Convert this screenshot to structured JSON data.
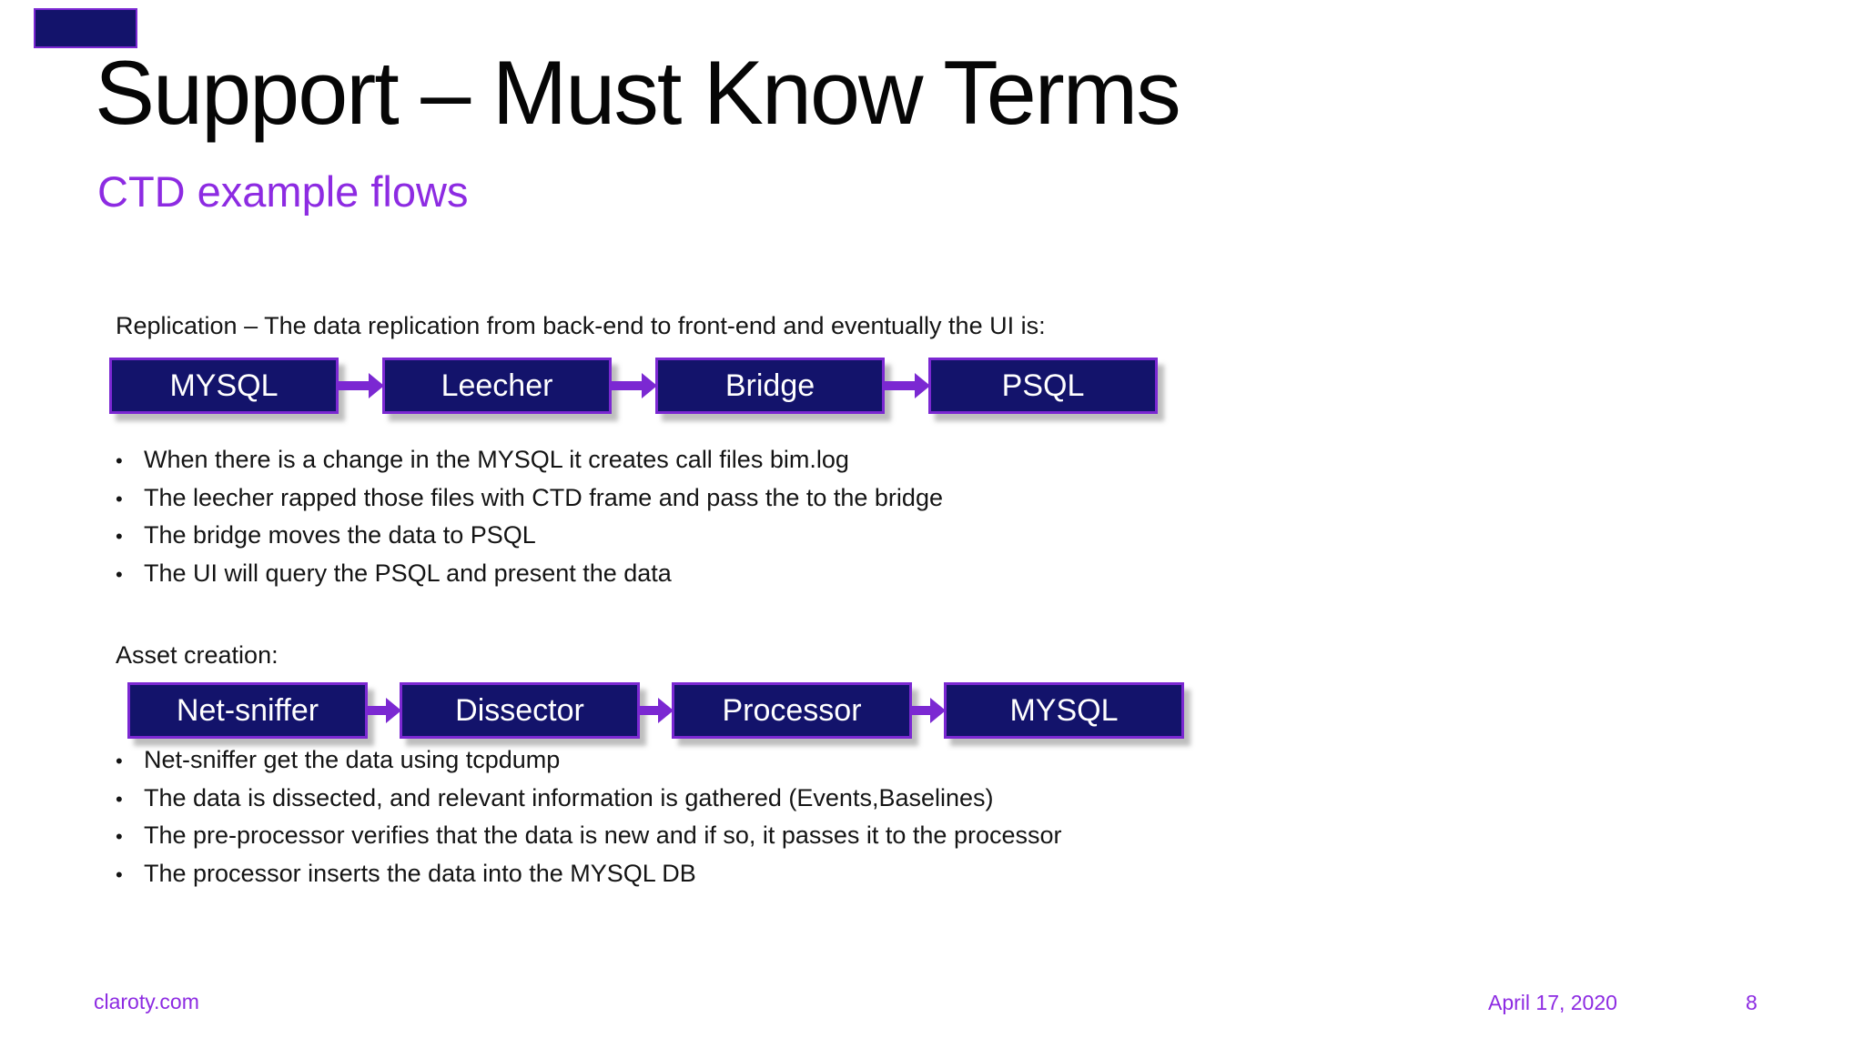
{
  "slide": {
    "title": "Support – Must Know Terms",
    "subtitle": "CTD example flows",
    "bullet_glyph": "•"
  },
  "sections": [
    {
      "heading": "Replication – The data replication from back-end to front-end and eventually the UI is:",
      "flow": [
        "MYSQL",
        "Leecher",
        "Bridge",
        "PSQL"
      ],
      "bullets": [
        "When there is a change in the MYSQL it creates call files bim.log",
        "The leecher rapped those files with CTD frame and pass the to the bridge",
        "The bridge moves the data to PSQL",
        "The UI will query the PSQL and present the data"
      ]
    },
    {
      "heading": "Asset creation:",
      "flow": [
        "Net-sniffer",
        "Dissector",
        "Processor",
        "MYSQL"
      ],
      "bullets": [
        "Net-sniffer get the data using tcpdump",
        "The data is dissected, and relevant information is gathered (Events,Baselines)",
        "The pre-processor verifies that the data is new and if so, it passes it to the processor",
        "The processor inserts the data into the MYSQL DB"
      ]
    }
  ],
  "footer": {
    "site": "claroty.com",
    "date": "April 17, 2020",
    "page": "8"
  },
  "colors": {
    "accent_purple": "#8d2be2",
    "box_fill": "#13136b",
    "box_border": "#7b28d2",
    "box_text": "#ffffff",
    "body_text": "#141414"
  }
}
